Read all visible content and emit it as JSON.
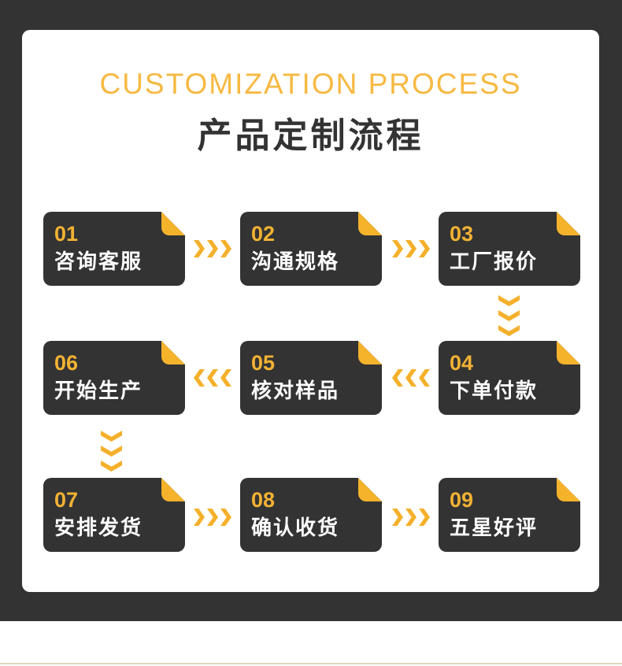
{
  "titles": {
    "en": "CUSTOMIZATION PROCESS",
    "zh": "产品定制流程"
  },
  "steps": [
    {
      "number": "01",
      "label": "咨询客服"
    },
    {
      "number": "02",
      "label": "沟通规格"
    },
    {
      "number": "03",
      "label": "工厂报价"
    },
    {
      "number": "04",
      "label": "下单付款"
    },
    {
      "number": "05",
      "label": "核对样品"
    },
    {
      "number": "06",
      "label": "开始生产"
    },
    {
      "number": "07",
      "label": "安排发货"
    },
    {
      "number": "08",
      "label": "确认收货"
    },
    {
      "number": "09",
      "label": "五星好评"
    }
  ],
  "flow_display_order": [
    "01",
    "02",
    "03",
    "04",
    "05",
    "06",
    "07",
    "08",
    "09"
  ],
  "colors": {
    "accent_yellow": "#F5B32C",
    "title_gold": "#F6B942",
    "card_background": "#333333",
    "frame_background": "#333333",
    "card_label_text": "#FFFFFF",
    "panel_background": "#FFFFFF",
    "bottom_line": "#DDD6BD"
  }
}
